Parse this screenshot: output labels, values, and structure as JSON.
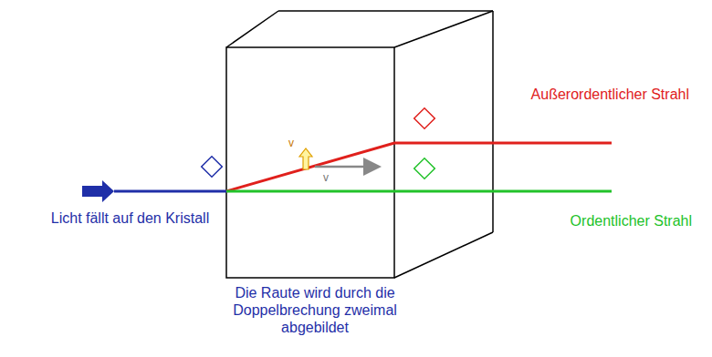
{
  "diagram": {
    "labels": [
      "Außerordentlicher Strahl",
      "Ordentlicher Strahl",
      "Licht fällt auf den Kristall",
      "Die Raute wird durch die Doppelbrechung zweimal abgebildet",
      "v",
      "v"
    ]
  }
}
